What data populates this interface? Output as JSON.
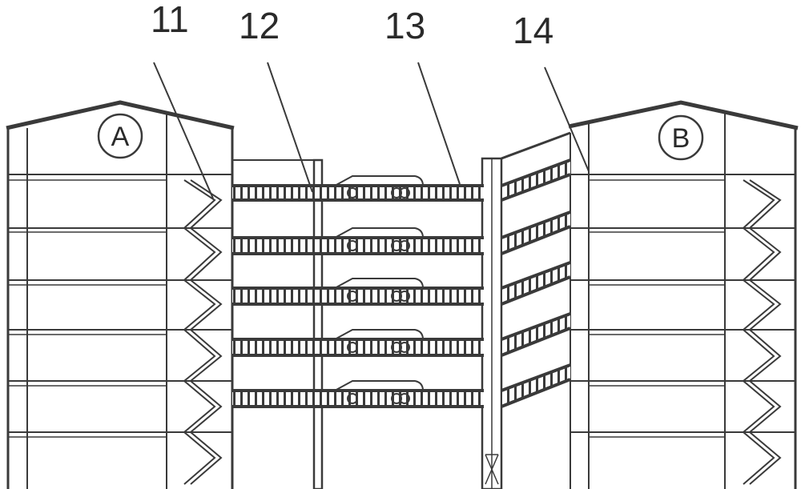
{
  "callouts": [
    {
      "id": "11",
      "label": "11"
    },
    {
      "id": "12",
      "label": "12"
    },
    {
      "id": "13",
      "label": "13"
    },
    {
      "id": "14",
      "label": "14"
    }
  ],
  "buildings": {
    "left": {
      "label": "A"
    },
    "right": {
      "label": "B"
    }
  },
  "floors": 5,
  "colors": {
    "line": "#3a3a3a",
    "background": "#ffffff"
  }
}
